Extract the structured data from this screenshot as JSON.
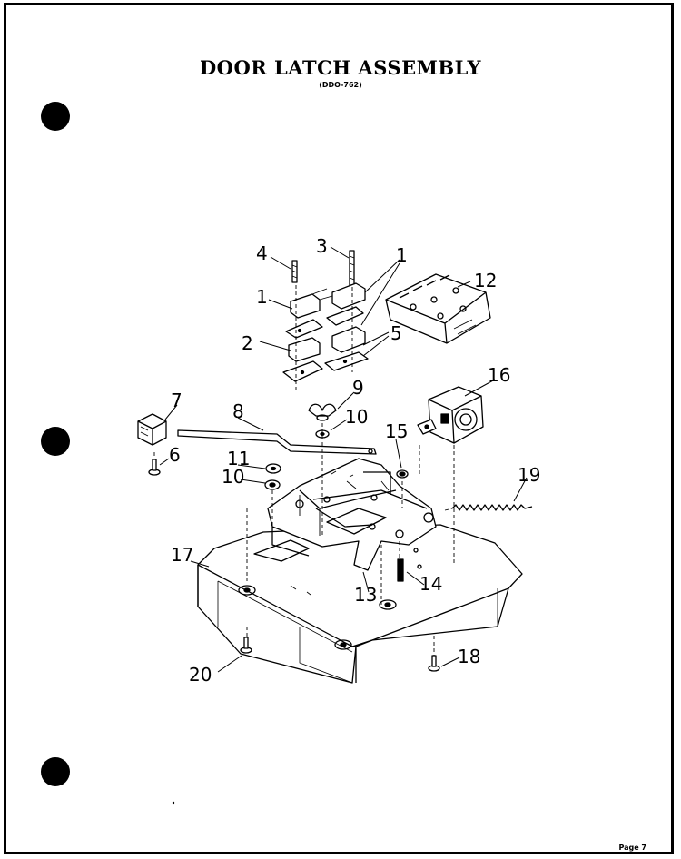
{
  "header": {
    "title": "DOOR LATCH ASSEMBLY",
    "subtitle": "(DDO-762)"
  },
  "footer": {
    "page": "Page 7"
  },
  "callouts": {
    "c1a": "1",
    "c1b": "1",
    "c2": "2",
    "c3": "3",
    "c4": "4",
    "c5": "5",
    "c6": "6",
    "c7": "7",
    "c8": "8",
    "c9": "9",
    "c10a": "10",
    "c10b": "10",
    "c11": "11",
    "c12": "12",
    "c13": "13",
    "c14": "14",
    "c15": "15",
    "c16": "16",
    "c17": "17",
    "c18": "18",
    "c19": "19",
    "c20": "20"
  }
}
